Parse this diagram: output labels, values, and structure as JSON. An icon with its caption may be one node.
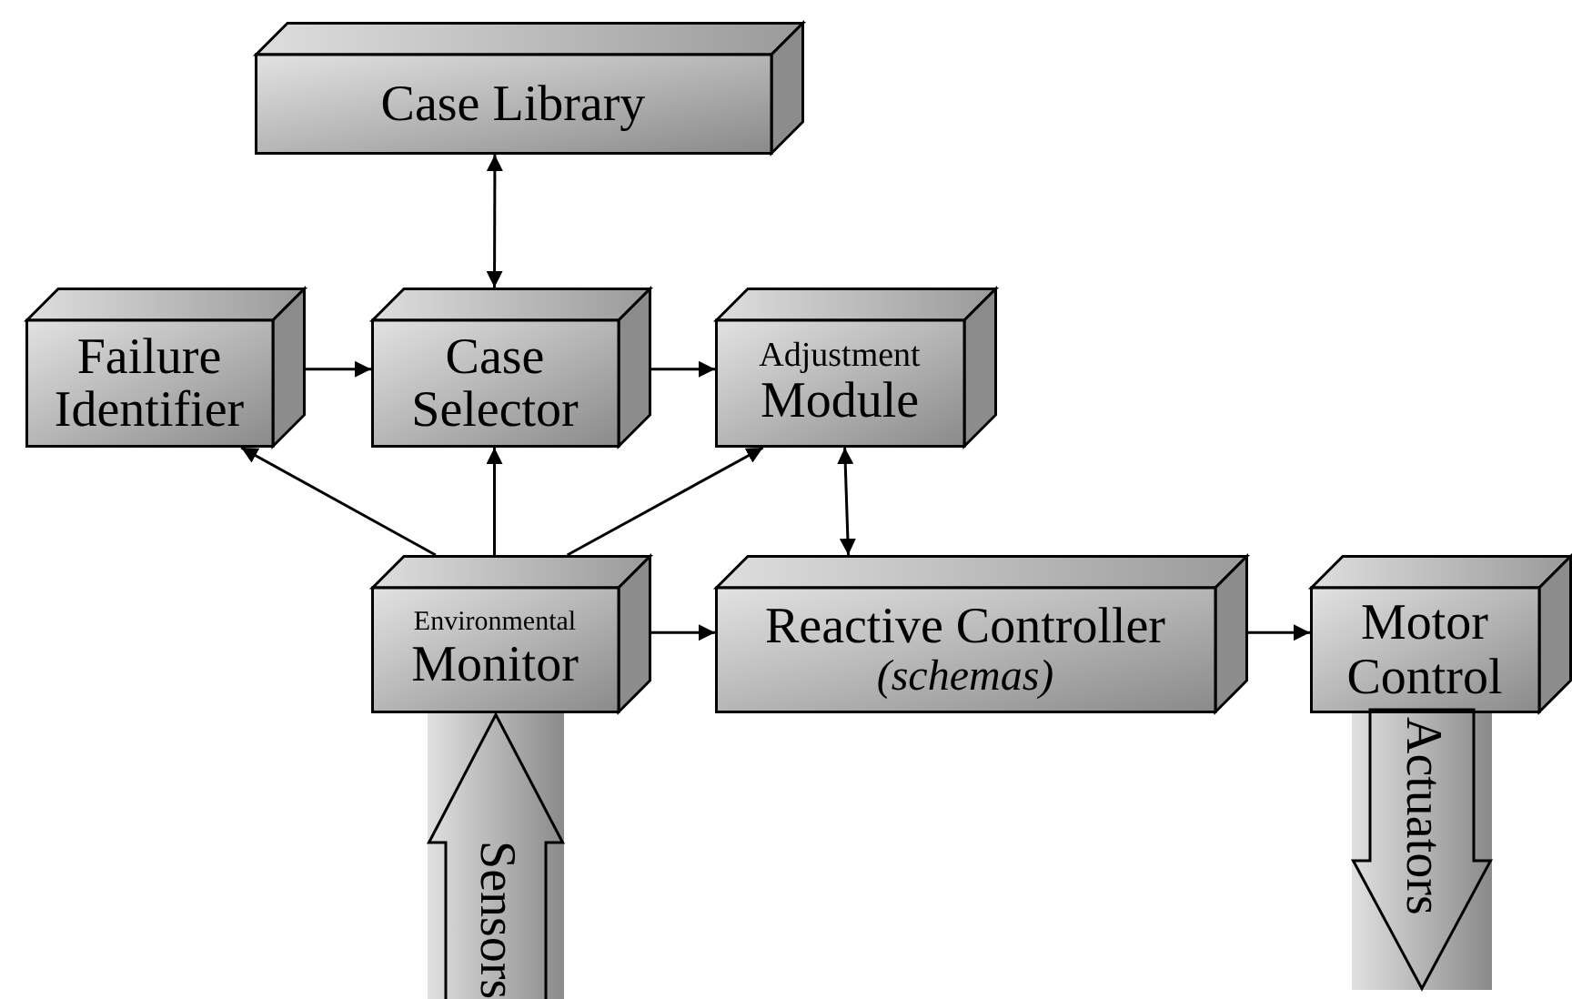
{
  "diagram": {
    "nodes": [
      {
        "text": [
          "Case Library"
        ]
      },
      {
        "text": [
          "Failure Identifier"
        ]
      },
      {
        "text": [
          "Case Selector"
        ]
      },
      {
        "text": [
          "Adjustment",
          "Module"
        ]
      },
      {
        "text": [
          "Environmental",
          "Monitor"
        ]
      },
      {
        "text": [
          "Reactive Controller",
          "(schemas)"
        ]
      },
      {
        "text": [
          "Motor Control"
        ]
      },
      {
        "text": [
          "Sensors"
        ]
      },
      {
        "text": [
          "Actuators"
        ]
      }
    ],
    "edges": [
      {
        "from": 0,
        "to": 2,
        "arrow": "both"
      },
      {
        "from": 1,
        "to": 2,
        "arrow": "to"
      },
      {
        "from": 2,
        "to": 3,
        "arrow": "to"
      },
      {
        "from": 4,
        "to": 1,
        "arrow": "to"
      },
      {
        "from": 4,
        "to": 2,
        "arrow": "to"
      },
      {
        "from": 4,
        "to": 3,
        "arrow": "to"
      },
      {
        "from": 3,
        "to": 5,
        "arrow": "both"
      },
      {
        "from": 4,
        "to": 5,
        "arrow": "to"
      },
      {
        "from": 5,
        "to": 6,
        "arrow": "to"
      }
    ]
  }
}
